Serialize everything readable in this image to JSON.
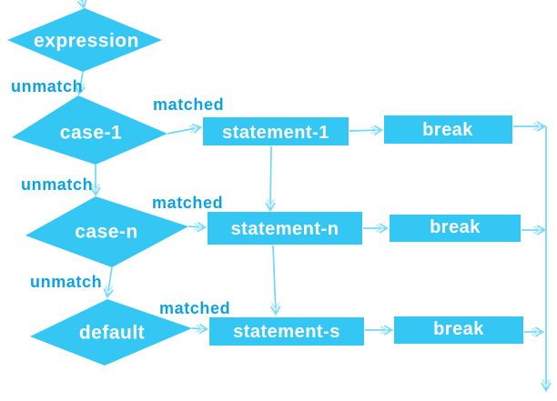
{
  "diagram": {
    "kind": "flowchart",
    "nodes": {
      "expression": "expression",
      "case_1": "case-1",
      "case_n": "case-n",
      "default_case": "default",
      "statement_1": "statement-1",
      "statement_n": "statement-n",
      "statement_s": "statement-s",
      "break_1": "break",
      "break_2": "break",
      "break_3": "break"
    },
    "edge_labels": {
      "unmatch_1": "unmatch",
      "matched_1": "matched",
      "unmatch_2": "unmatch",
      "matched_2": "matched",
      "unmatch_3": "unmatch",
      "matched_3": "matched"
    },
    "colors": {
      "shape_fill": "#35c7f3",
      "connector": "#6fd8f8",
      "edge_label_text": "#0ca2e2",
      "node_text": "#ffffff",
      "background": "#ffffff"
    }
  }
}
